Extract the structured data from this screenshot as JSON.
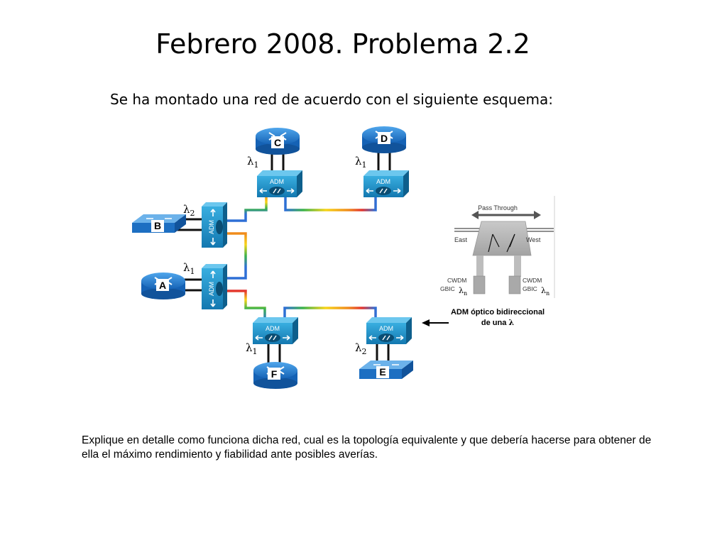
{
  "slide": {
    "title": "Febrero 2008. Problema 2.2",
    "subtitle": "Se ha montado una red de acuerdo con el siguiente esquema:",
    "question": "Explique en detalle como funciona dicha red, cual es la topología equivalente y que debería hacerse para obtener de ella el máximo rendimiento y fiabilidad ante posibles averías."
  },
  "diagram": {
    "nodes": [
      {
        "id": "C",
        "type": "router",
        "label": "C"
      },
      {
        "id": "D",
        "type": "router",
        "label": "D"
      },
      {
        "id": "B",
        "type": "switch",
        "label": "B"
      },
      {
        "id": "A",
        "type": "router",
        "label": "A"
      },
      {
        "id": "F",
        "type": "router",
        "label": "F"
      },
      {
        "id": "E",
        "type": "switch",
        "label": "E"
      }
    ],
    "adm_label": "ADM",
    "lambda_symbol": "λ",
    "wavelengths": {
      "C": "1",
      "D": "1",
      "B": "2",
      "A": "1",
      "F": "1",
      "E": "2"
    },
    "inset": {
      "pass_through": "Pass Through",
      "east": "East",
      "west": "West",
      "cwdm": "CWDM",
      "gbic": "GBIC",
      "lambda_sub": "n",
      "caption_line1": "ADM óptico bidireccional",
      "caption_line2": "de una"
    },
    "colors": {
      "adm_fill": "#1a8fc4",
      "adm_dark": "#0e5f8c",
      "router_fill": "#1d7fcf",
      "fiber_a": "#3a7bd5",
      "fiber_b": "#4caf50",
      "fiber_c": "#ffd200",
      "fiber_d": "#e53935"
    }
  }
}
